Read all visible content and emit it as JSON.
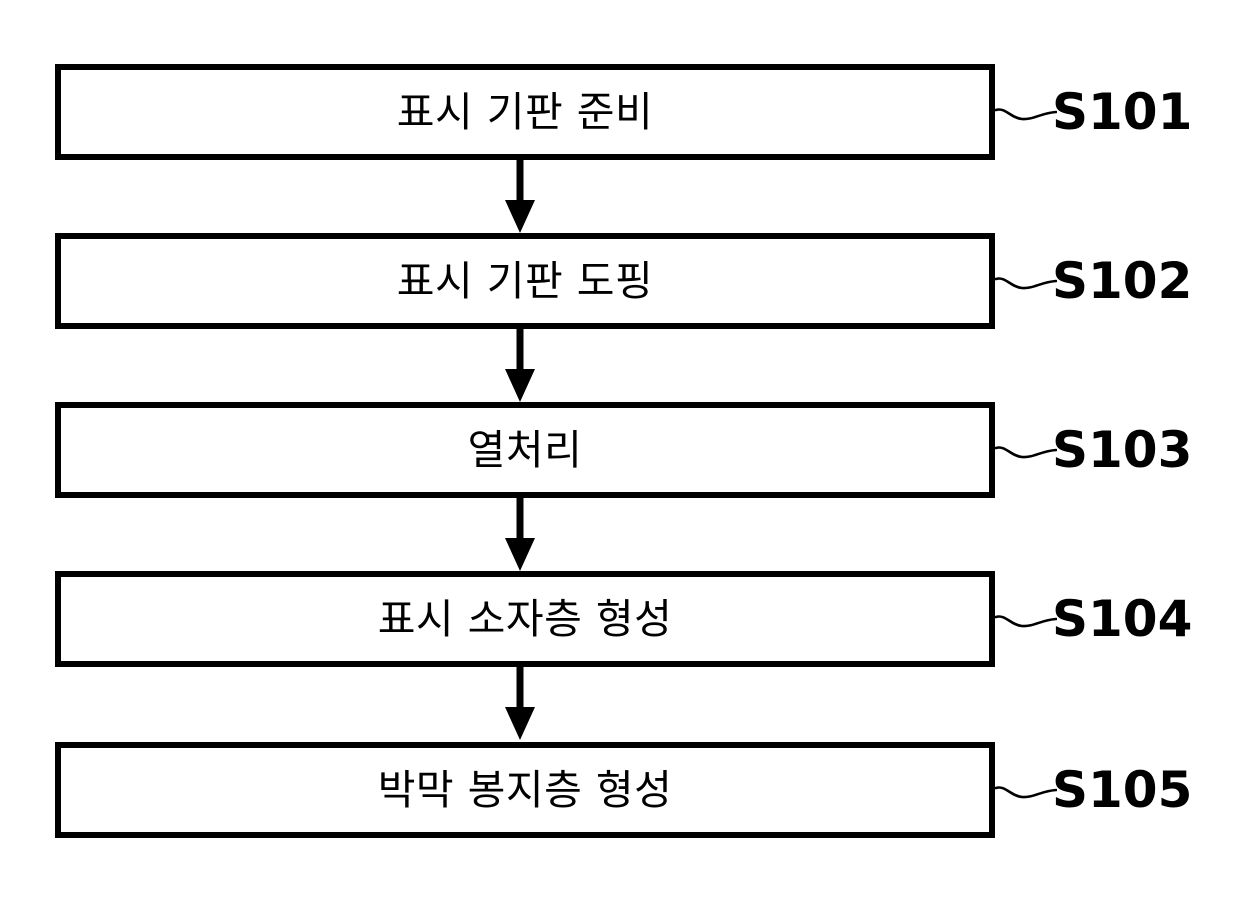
{
  "figure": {
    "type": "process-flowchart",
    "orientation": "vertical",
    "language": "ko",
    "background_color": "#ffffff",
    "line_color": "#000000",
    "box_fill_color": "#ffffff",
    "steps": [
      {
        "label": "표시 기판 준비",
        "ref": "S101"
      },
      {
        "label": "표시 기판 도핑",
        "ref": "S102"
      },
      {
        "label": "열처리",
        "ref": "S103"
      },
      {
        "label": "표시 소자층 형성",
        "ref": "S104"
      },
      {
        "label": "박막 봉지층 형성",
        "ref": "S105"
      }
    ],
    "connectors": [
      {
        "from": "S101",
        "to": "S102",
        "style": "solid-arrow-down"
      },
      {
        "from": "S102",
        "to": "S103",
        "style": "solid-arrow-down"
      },
      {
        "from": "S103",
        "to": "S104",
        "style": "solid-arrow-down"
      },
      {
        "from": "S104",
        "to": "S105",
        "style": "solid-arrow-down"
      }
    ]
  }
}
